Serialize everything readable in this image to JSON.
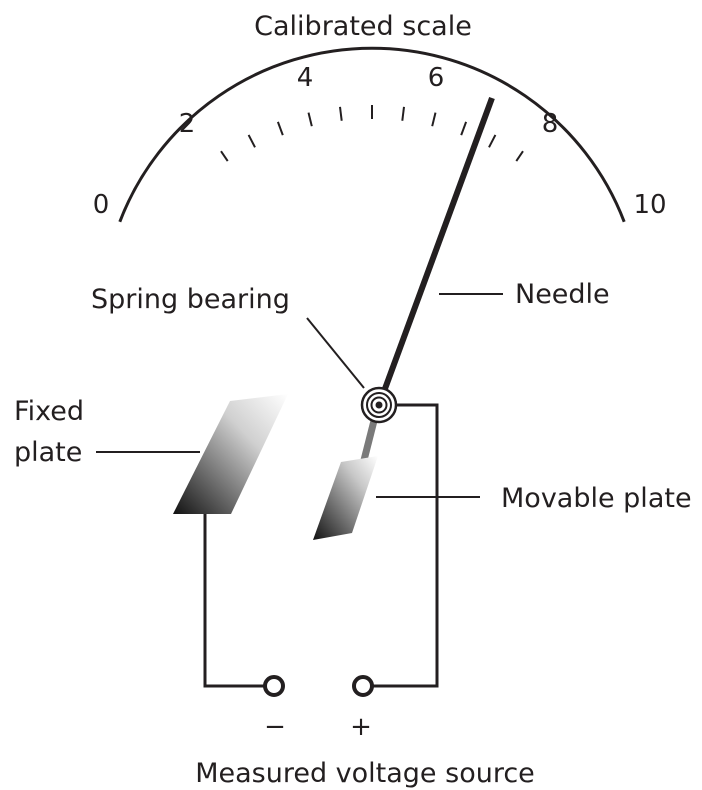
{
  "title": "Calibrated scale",
  "scale": {
    "tick_labels": [
      "0",
      "2",
      "4",
      "6",
      "8",
      "10"
    ],
    "min": 0,
    "max": 10,
    "needle_reading": 6.9
  },
  "labels": {
    "needle": "Needle",
    "spring_bearing": "Spring bearing",
    "fixed_plate_line1": "Fixed",
    "fixed_plate_line2": "plate",
    "movable_plate": "Movable plate",
    "minus": "−",
    "plus": "+",
    "source": "Measured voltage source"
  },
  "colors": {
    "ink": "#231f20",
    "plate_dark": "#111111",
    "plate_light": "#ffffff"
  }
}
